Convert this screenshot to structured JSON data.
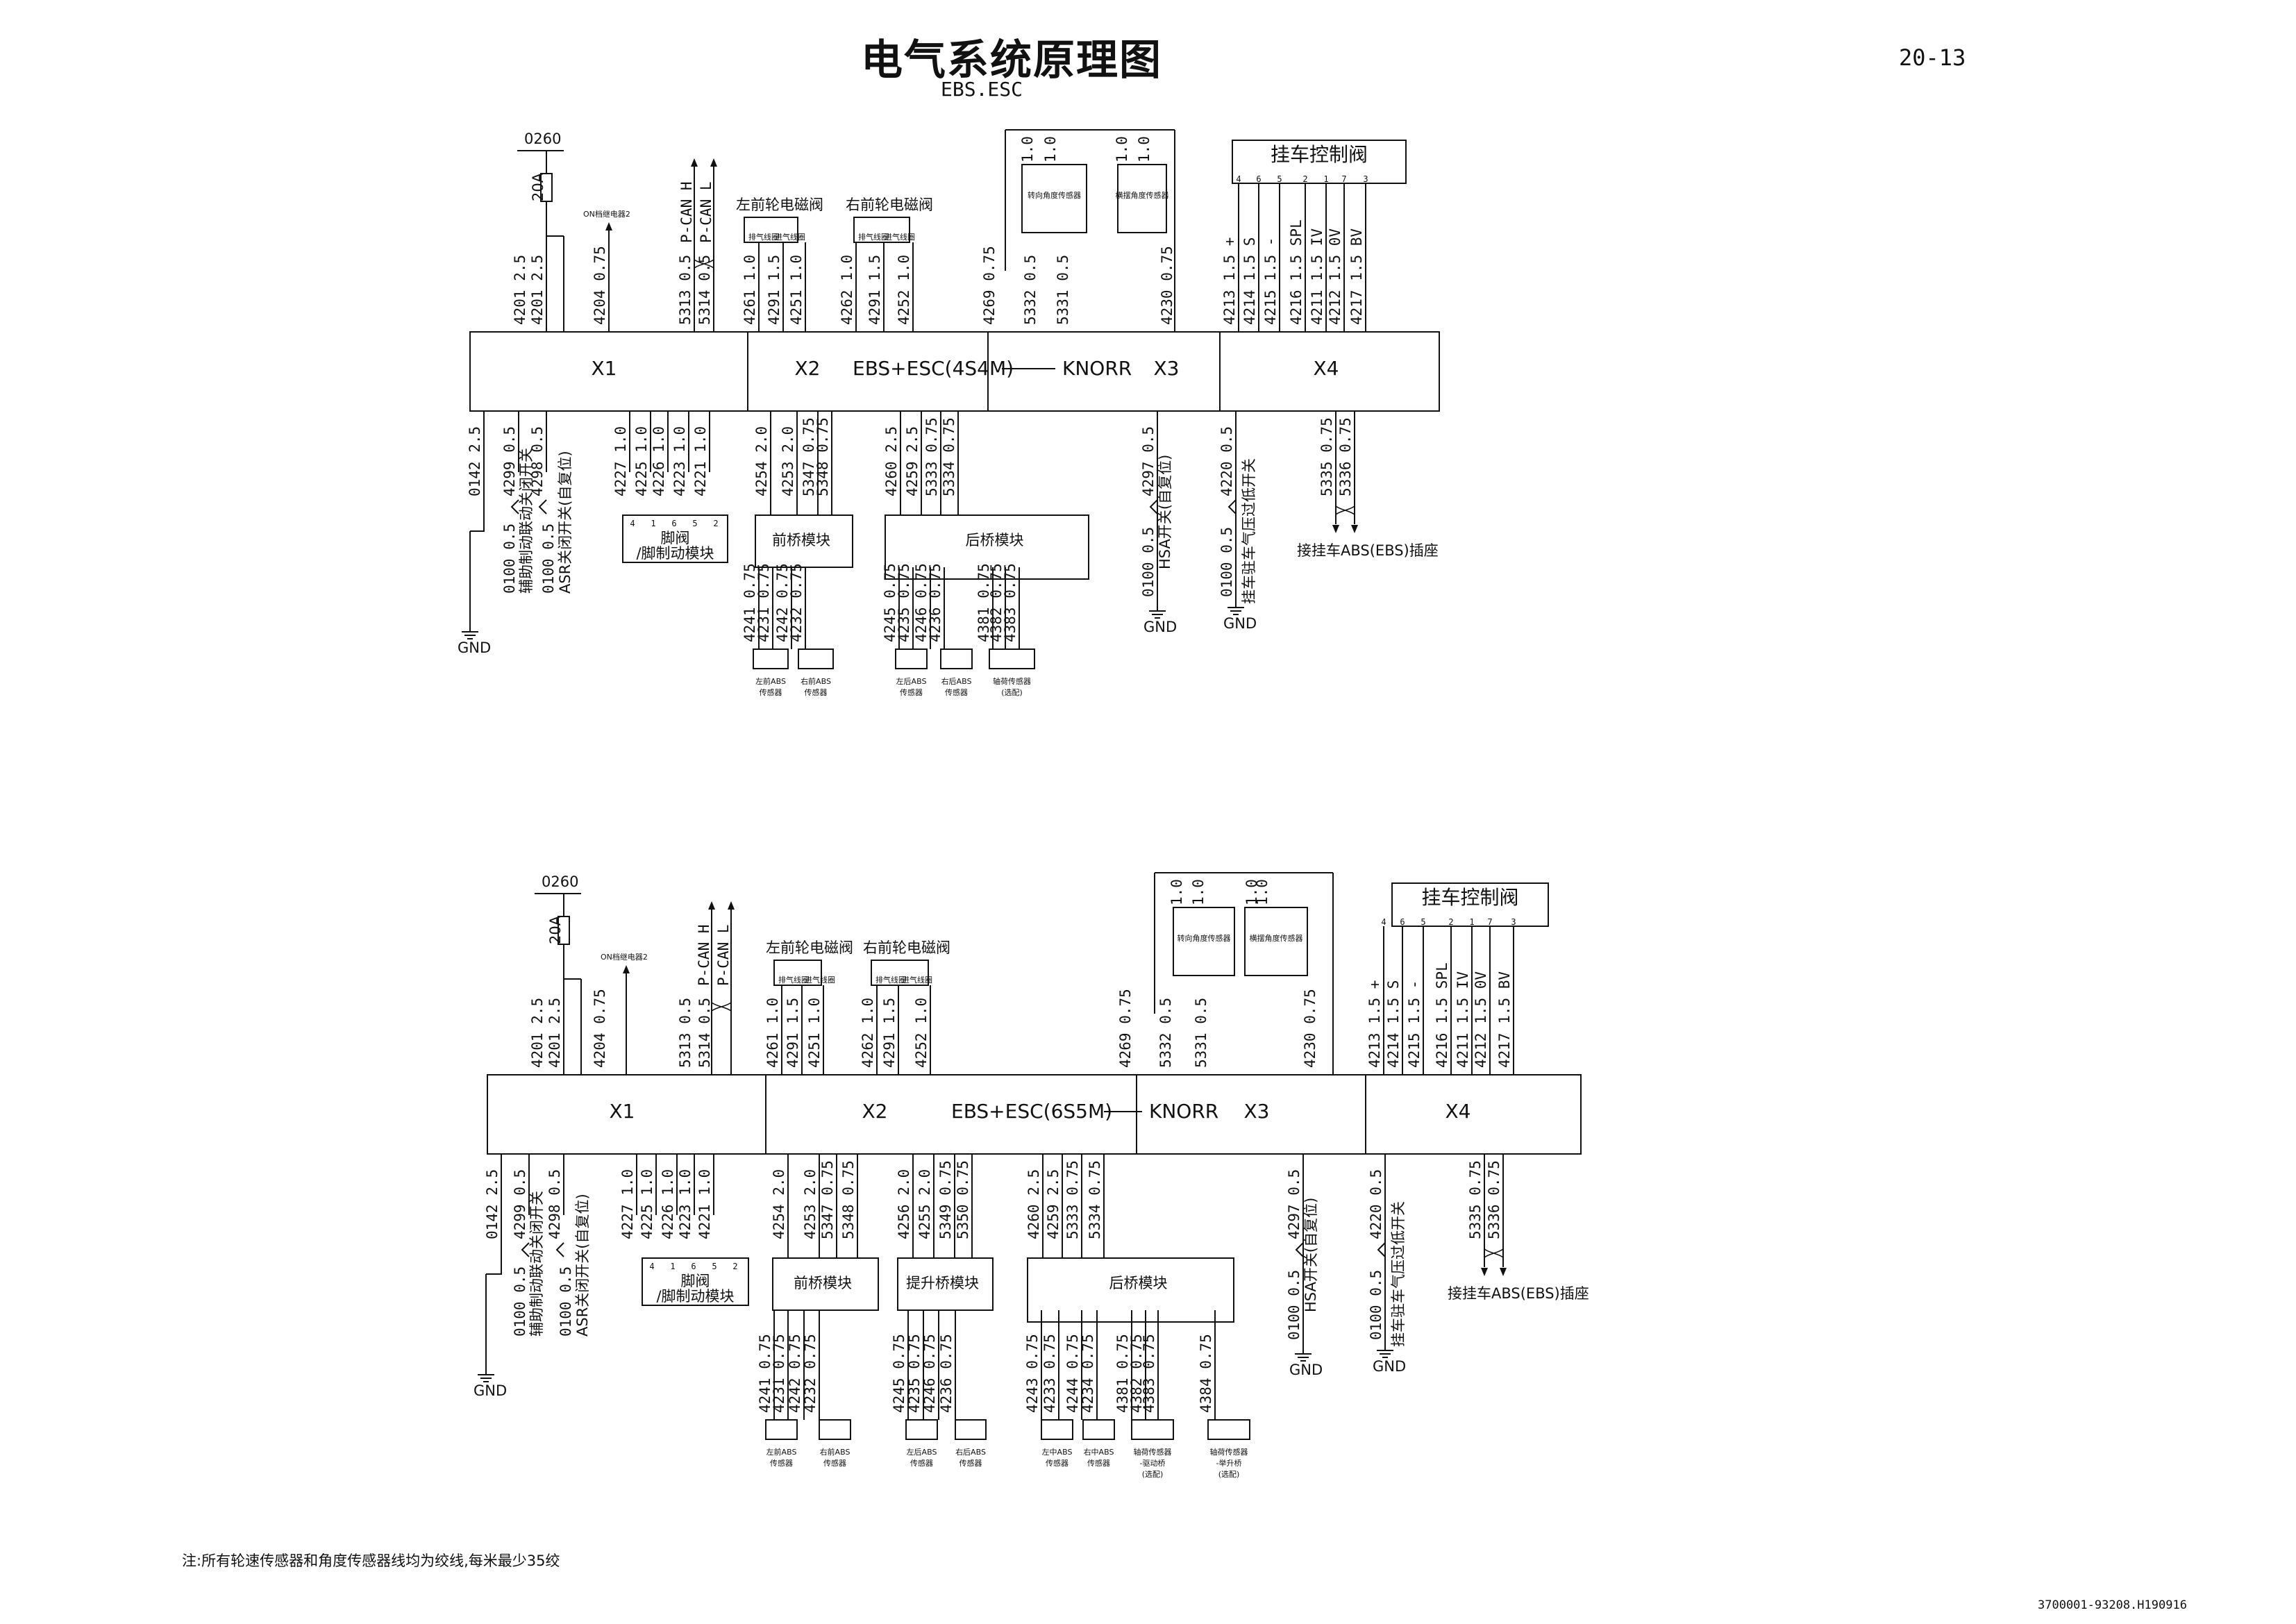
{
  "page": {
    "title": "电气系统原理图",
    "subtitle": "EBS.ESC",
    "page_number": "20-13",
    "note": "注:所有轮速传感器和角度传感器线均为绞线,每米最少35绞",
    "drawing_number": "3700001-93208.H190916"
  },
  "diagrams": [
    {
      "ecu_label": "EBS+ESC(4S4M)",
      "connectors": [
        "X1",
        "X2",
        "X3",
        "X4"
      ],
      "knorr": "KNORR",
      "fuse": "20A",
      "fuse_source": "0260",
      "relay_label": "ON档继电器2",
      "can_h": "P-CAN H",
      "can_l": "P-CAN L",
      "left_valve": "左前轮电磁阀",
      "right_valve": "右前轮电磁阀",
      "valve_sub": [
        "排气线圈",
        "进气线圈"
      ],
      "trailer_valve": "挂车控制阀",
      "trailer_pins": [
        "4",
        "6",
        "5",
        "2",
        "1",
        "7",
        "3"
      ],
      "steering_sensor": "转向角度传感器",
      "yaw_sensor": "横摆角度传感器",
      "top_wires": [
        "4201 2.5",
        "4201 2.5",
        "4204 0.75",
        "5313 0.5",
        "5314 0.5",
        "4261 1.0",
        "4291 1.5",
        "4251 1.0",
        "4262 1.0",
        "4291 1.5",
        "4252 1.0",
        "4269 0.75",
        "5332 0.5",
        "5331 0.5",
        "4230 0.75",
        "4213 1.5 +",
        "4214 1.5 S",
        "4215 1.5 -",
        "4216 1.5 SPL",
        "4211 1.5 IV",
        "4212 1.5 0V",
        "4217 1.5 BV"
      ],
      "sensor_box_wires": [
        "1.0",
        "1.0",
        "1.0",
        "1.0",
        "0.5",
        "0.5"
      ],
      "x1_bottom_wires": [
        "0142 2.5",
        "4299 0.5",
        "4298 0.5",
        "4227 1.0",
        "4225 1.0",
        "4226 1.0",
        "4223 1.0",
        "4221 1.0"
      ],
      "gnd_wire": "0100 0.5",
      "aux_switch": "辅助制动联动关闭开关",
      "asr_switch": "ASR关闭开关(自复位)",
      "foot_valve": "脚阀\n/脚制动模块",
      "foot_pins": [
        "4",
        "1",
        "6",
        "5",
        "2"
      ],
      "x2_bottom_wires": [
        "4254 2.0",
        "4253 2.0",
        "5347 0.75",
        "5348 0.75"
      ],
      "front_module": "前桥模块",
      "rear_bottom_wires": [
        "4260 2.5",
        "4259 2.5",
        "5333 0.75",
        "5334 0.75"
      ],
      "rear_module": "后桥模块",
      "hsa_wire": "4297 0.5",
      "hsa_switch": "HSA开关(自复位)",
      "park_wire": "4220 0.5",
      "park_switch": "挂车驻车气压过低开关",
      "gnd": "GND",
      "abs_wires": [
        "5335 0.75",
        "5336 0.75"
      ],
      "abs_socket": "接挂车ABS(EBS)插座",
      "sensor_wires": [
        "4241 0.75",
        "4231 0.75",
        "4242 0.75",
        "4232 0.75",
        "4245 0.75",
        "4235 0.75",
        "4246 0.75",
        "4236 0.75",
        "4381 0.75",
        "4382 0.75",
        "4383 0.75"
      ],
      "sensors": [
        "左前ABS\n传感器",
        "右前ABS\n传感器",
        "左后ABS\n传感器",
        "右后ABS\n传感器",
        "轴荷传感器\n(选配)"
      ]
    },
    {
      "ecu_label": "EBS+ESC(6S5M)",
      "connectors": [
        "X1",
        "X2",
        "X3",
        "X4"
      ],
      "knorr": "KNORR",
      "fuse": "20A",
      "fuse_source": "0260",
      "relay_label": "ON档继电器2",
      "can_h": "P-CAN H",
      "can_l": "P-CAN L",
      "left_valve": "左前轮电磁阀",
      "right_valve": "右前轮电磁阀",
      "valve_sub": [
        "排气线圈",
        "进气线圈"
      ],
      "trailer_valve": "挂车控制阀",
      "trailer_pins": [
        "4",
        "6",
        "5",
        "2",
        "1",
        "7",
        "3"
      ],
      "steering_sensor": "转向角度传感器",
      "yaw_sensor": "横摆角度传感器",
      "top_wires": [
        "4201 2.5",
        "4201 2.5",
        "4204 0.75",
        "5313 0.5",
        "5314 0.5",
        "4261 1.0",
        "4291 1.5",
        "4251 1.0",
        "4262 1.0",
        "4291 1.5",
        "4252 1.0",
        "4269 0.75",
        "5332 0.5",
        "5331 0.5",
        "4230 0.75",
        "4213 1.5 +",
        "4214 1.5 S",
        "4215 1.5 -",
        "4216 1.5 SPL",
        "4211 1.5 IV",
        "4212 1.5 0V",
        "4217 1.5 BV"
      ],
      "sensor_box_wires": [
        "1.0",
        "1.0",
        "1.0",
        "1.0",
        "0.5",
        "0.5"
      ],
      "x1_bottom_wires": [
        "0142 2.5",
        "4299 0.5",
        "4298 0.5",
        "4227 1.0",
        "4225 1.0",
        "4226 1.0",
        "4223 1.0",
        "4221 1.0"
      ],
      "gnd_wire": "0100 0.5",
      "aux_switch": "辅助制动联动关闭开关",
      "asr_switch": "ASR关闭开关(自复位)",
      "foot_valve": "脚阀\n/脚制动模块",
      "foot_pins": [
        "4",
        "1",
        "6",
        "5",
        "2"
      ],
      "x2_bottom_wires": [
        "4254 2.0",
        "4253 2.0",
        "5347 0.75",
        "5348 0.75"
      ],
      "front_module": "前桥模块",
      "lift_bottom_wires": [
        "4256 2.0",
        "4255 2.0",
        "5349 0.75",
        "5350 0.75"
      ],
      "lift_module": "提升桥模块",
      "rear_bottom_wires": [
        "4260 2.5",
        "4259 2.5",
        "5333 0.75",
        "5334 0.75"
      ],
      "rear_module": "后桥模块",
      "hsa_wire": "4297 0.5",
      "hsa_switch": "HSA开关(自复位)",
      "park_wire": "4220 0.5",
      "park_switch": "挂车驻车气压过低开关",
      "gnd": "GND",
      "abs_wires": [
        "5335 0.75",
        "5336 0.75"
      ],
      "abs_socket": "接挂车ABS(EBS)插座",
      "sensor_wires": [
        "4241 0.75",
        "4231 0.75",
        "4242 0.75",
        "4232 0.75",
        "4245 0.75",
        "4235 0.75",
        "4246 0.75",
        "4236 0.75",
        "4243 0.75",
        "4233 0.75",
        "4244 0.75",
        "4234 0.75",
        "4381 0.75",
        "4382 0.75",
        "4383 0.75",
        "4384 0.75"
      ],
      "sensors": [
        "左前ABS\n传感器",
        "右前ABS\n传感器",
        "左后ABS\n传感器",
        "右后ABS\n传感器",
        "左中ABS\n传感器",
        "右中ABS\n传感器",
        "轴荷传感器\n-驱动桥\n(选配)",
        "轴荷传感器\n-举升桥\n(选配)"
      ]
    }
  ]
}
